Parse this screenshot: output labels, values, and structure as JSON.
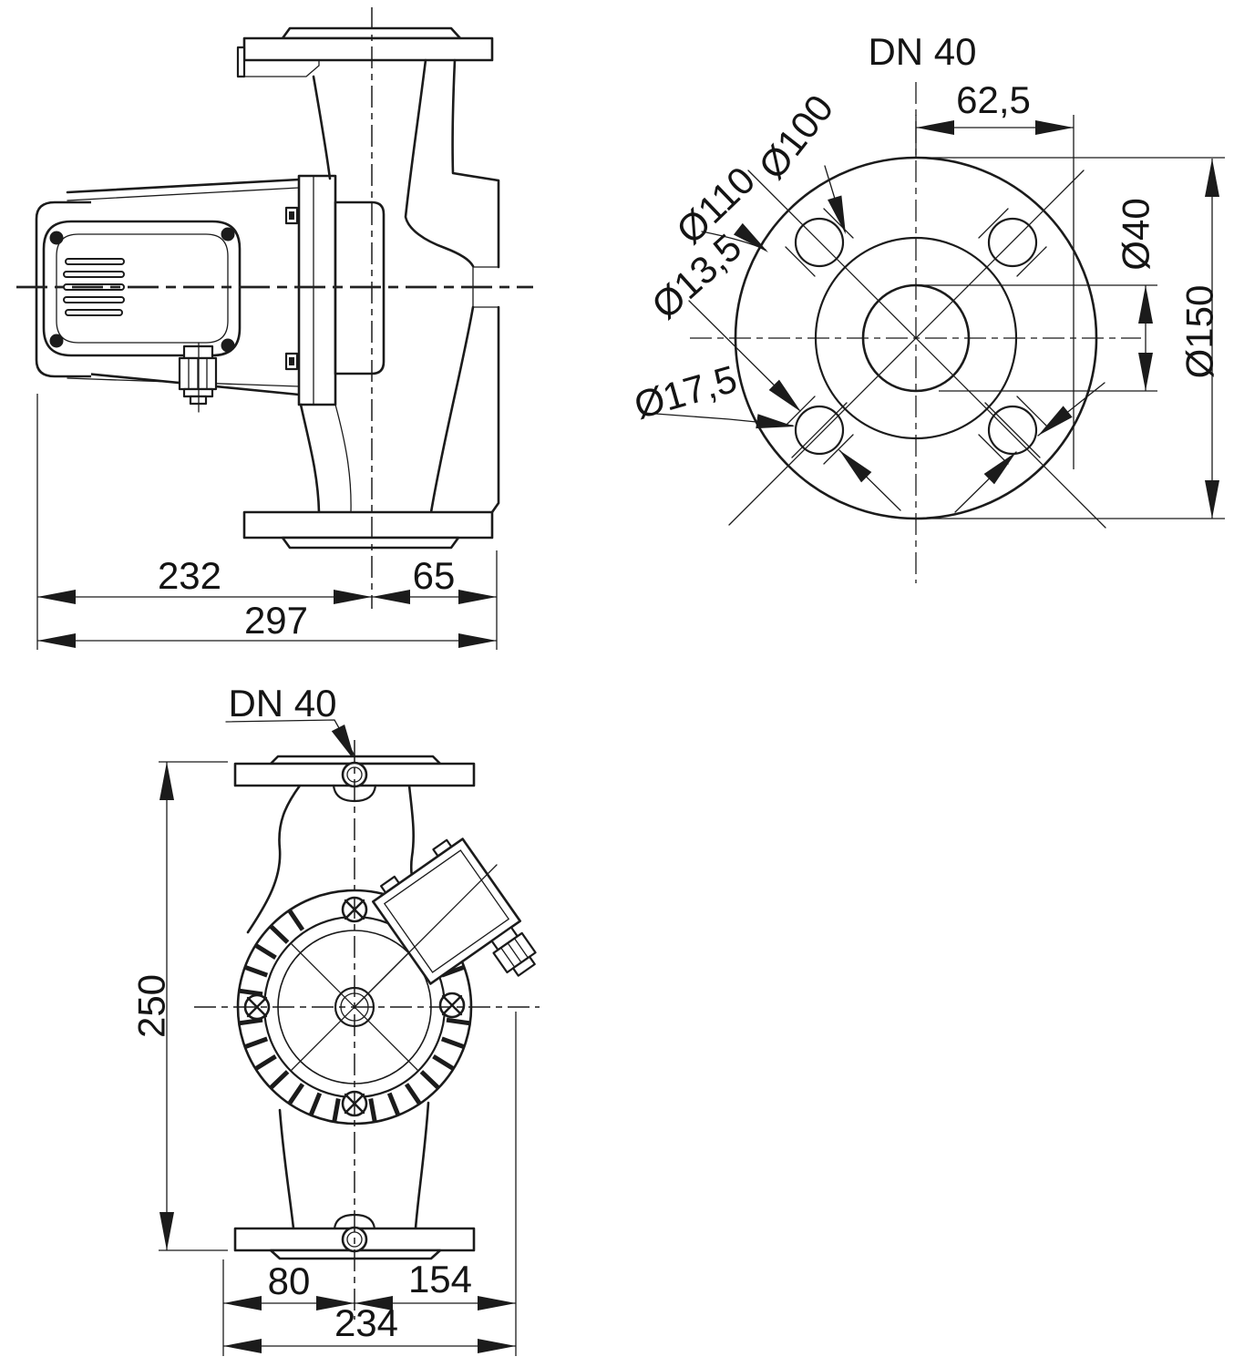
{
  "drawing": {
    "type": "pump dimensional drawing",
    "line_color": "#1b1b1b",
    "background": "#ffffff",
    "views": {
      "side": {
        "dims": {
          "motor_length": "232",
          "pump_depth": "65",
          "total_length": "297"
        }
      },
      "flange": {
        "title": "DN 40",
        "dims": {
          "pitch_half": "62,5",
          "raised_face": "Ø100",
          "bolt_circle": "Ø110",
          "hole_small": "Ø13,5",
          "bore": "Ø40",
          "flange_od": "Ø150",
          "hole_large": "Ø17,5"
        }
      },
      "front": {
        "label": "DN 40",
        "dims": {
          "height": "250",
          "left_width": "80",
          "right_width": "154",
          "total_width": "234"
        }
      }
    }
  }
}
